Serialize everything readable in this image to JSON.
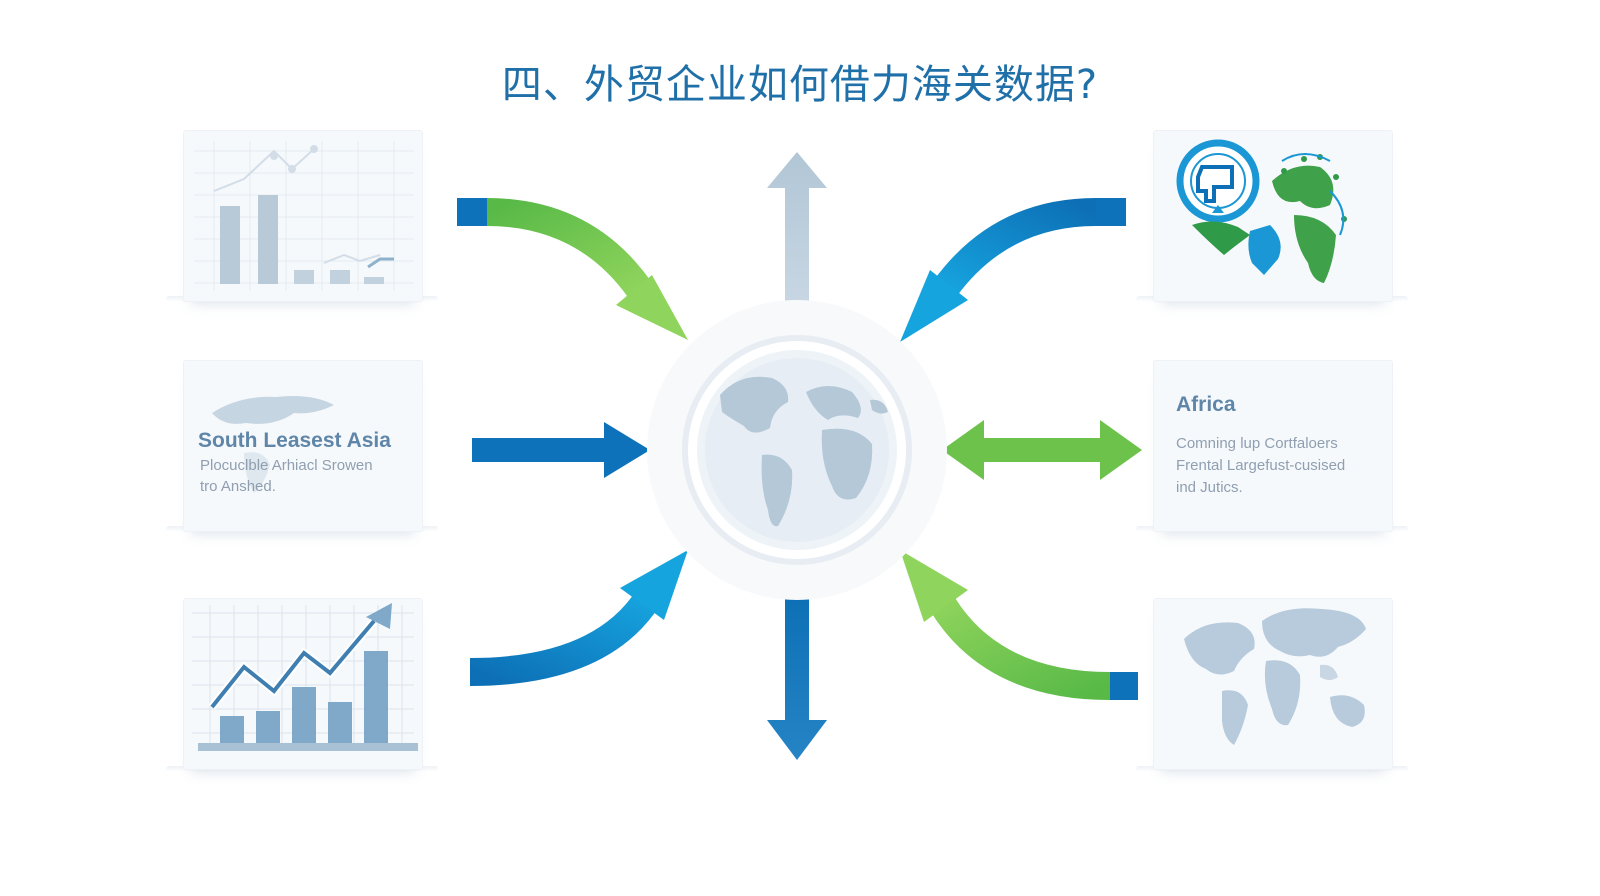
{
  "title": "四、外贸企业如何借力海关数据?",
  "panels": {
    "left_middle": {
      "title": "South Leasest Asia",
      "line1": "Plocuclble Arhiacl Srowen",
      "line2": "tro Anshed."
    },
    "right_middle": {
      "title": "Africa",
      "line1": "Comning lup Cortfaloers",
      "line2": "Frental Largefust-cusised",
      "line3": "ind Jutics."
    }
  },
  "colors": {
    "title": "#1f6fa8",
    "green": "#6cc24a",
    "blue": "#0d72b9",
    "light_blue": "#1aa3dd",
    "pale_blue": "#aabfd1",
    "globe": "#b7cbdb"
  },
  "icons": [
    "bar-chart-icon",
    "world-map-icon",
    "growth-chart-icon",
    "globe-icon",
    "network-globe-icon",
    "continent-map-icon"
  ]
}
